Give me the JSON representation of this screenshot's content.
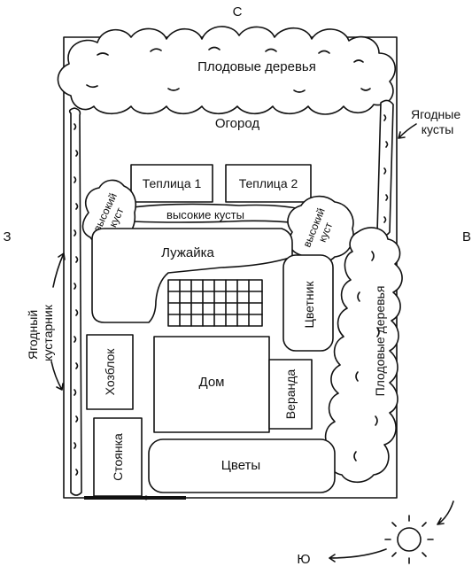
{
  "compass": {
    "north": "С",
    "west": "З",
    "east": "В",
    "south": "Ю"
  },
  "zones": {
    "fruit_trees_top": "Плодовые деревья",
    "vegetable_garden": "Огород",
    "berry_bushes": "Ягодные кусты",
    "greenhouse_1": "Теплица 1",
    "greenhouse_2": "Теплица 2",
    "tall_bush_left": "высокий куст",
    "tall_bush_right": "высокий куст",
    "tall_bushes": "высокие кусты",
    "lawn": "Лужайка",
    "flower_bed": "Цветник",
    "fruit_trees_right": "Плодовые деревья",
    "berry_shrub": "Ягодный кустарник",
    "shed": "Хозблок",
    "house": "Дом",
    "veranda": "Веранда",
    "parking": "Стоянка",
    "flowers": "Цветы"
  },
  "icons": [
    "sun-icon",
    "arrow-icon"
  ]
}
